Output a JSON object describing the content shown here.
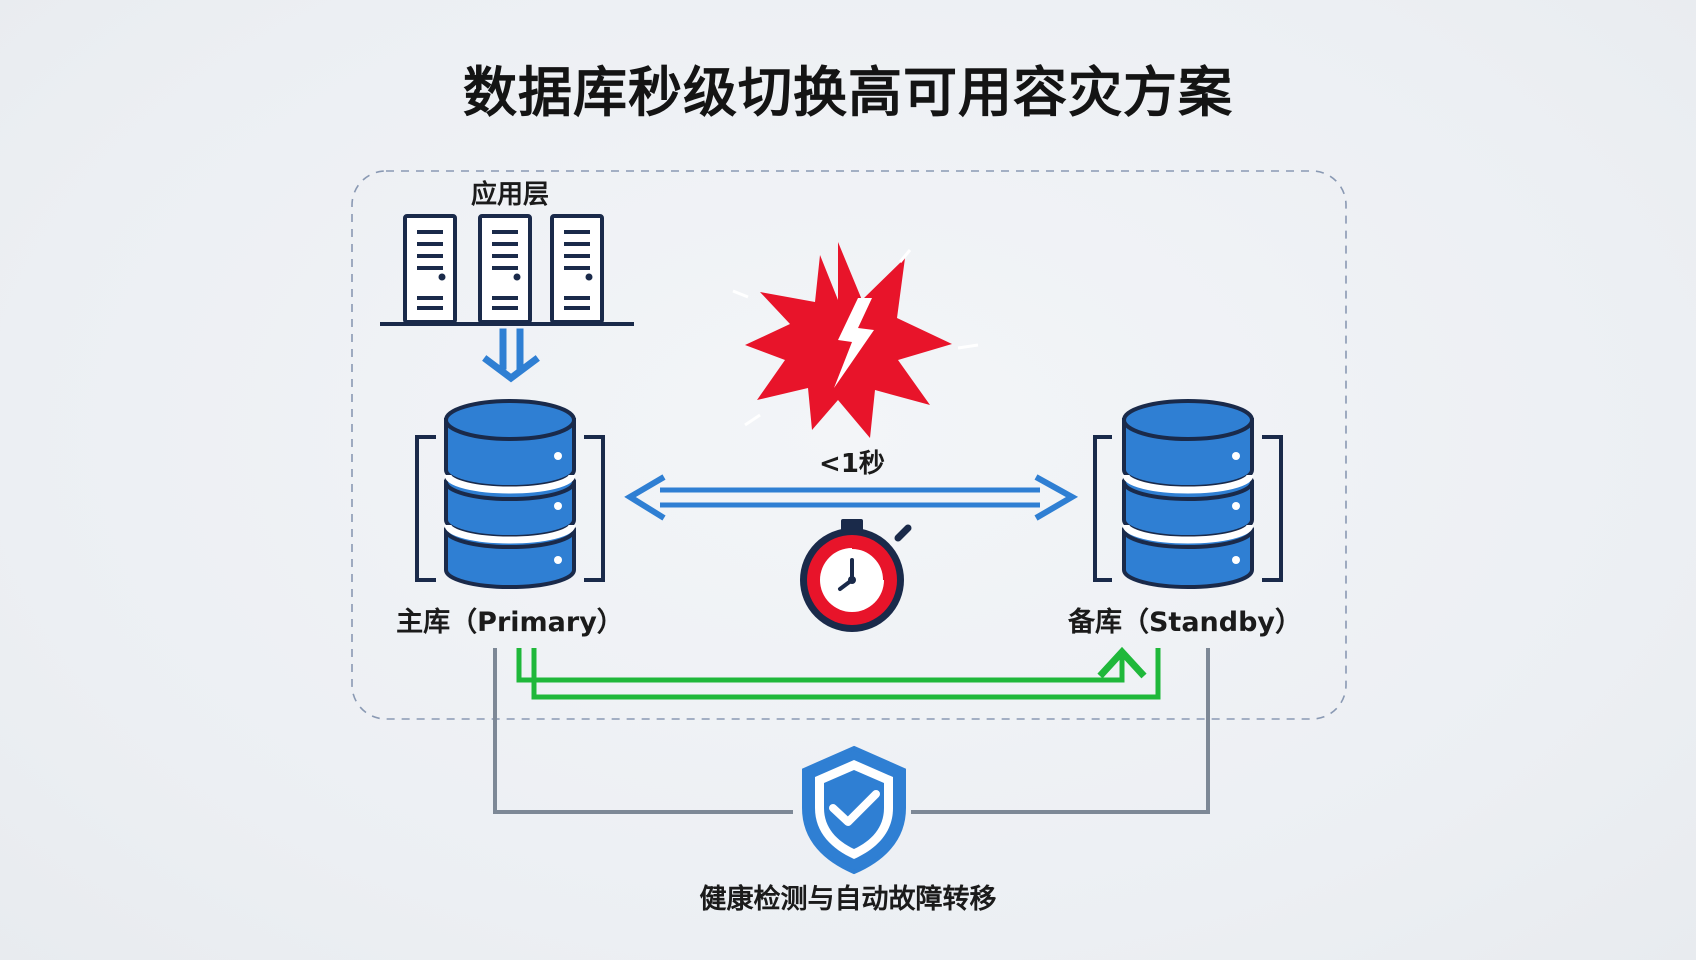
{
  "title": "数据库秒级切换高可用容灾方案",
  "app_layer": {
    "label": "应用层"
  },
  "primary": {
    "label": "主库（Primary）"
  },
  "standby": {
    "label": "备库（Standby）"
  },
  "switch": {
    "time_label": "<1秒"
  },
  "health": {
    "label": "健康检测与自动故障转移"
  },
  "icons": {
    "app_servers": "server-rack-icon",
    "fault": "lightning-burst-icon",
    "timer": "stopwatch-icon",
    "shield": "shield-check-icon"
  },
  "colors": {
    "blue": "#2f7fd3",
    "dark_navy": "#1a2a4a",
    "red": "#e8142a",
    "green": "#1fb83a",
    "gray_line": "#7d8896",
    "dashed_border": "#8a99b3"
  }
}
